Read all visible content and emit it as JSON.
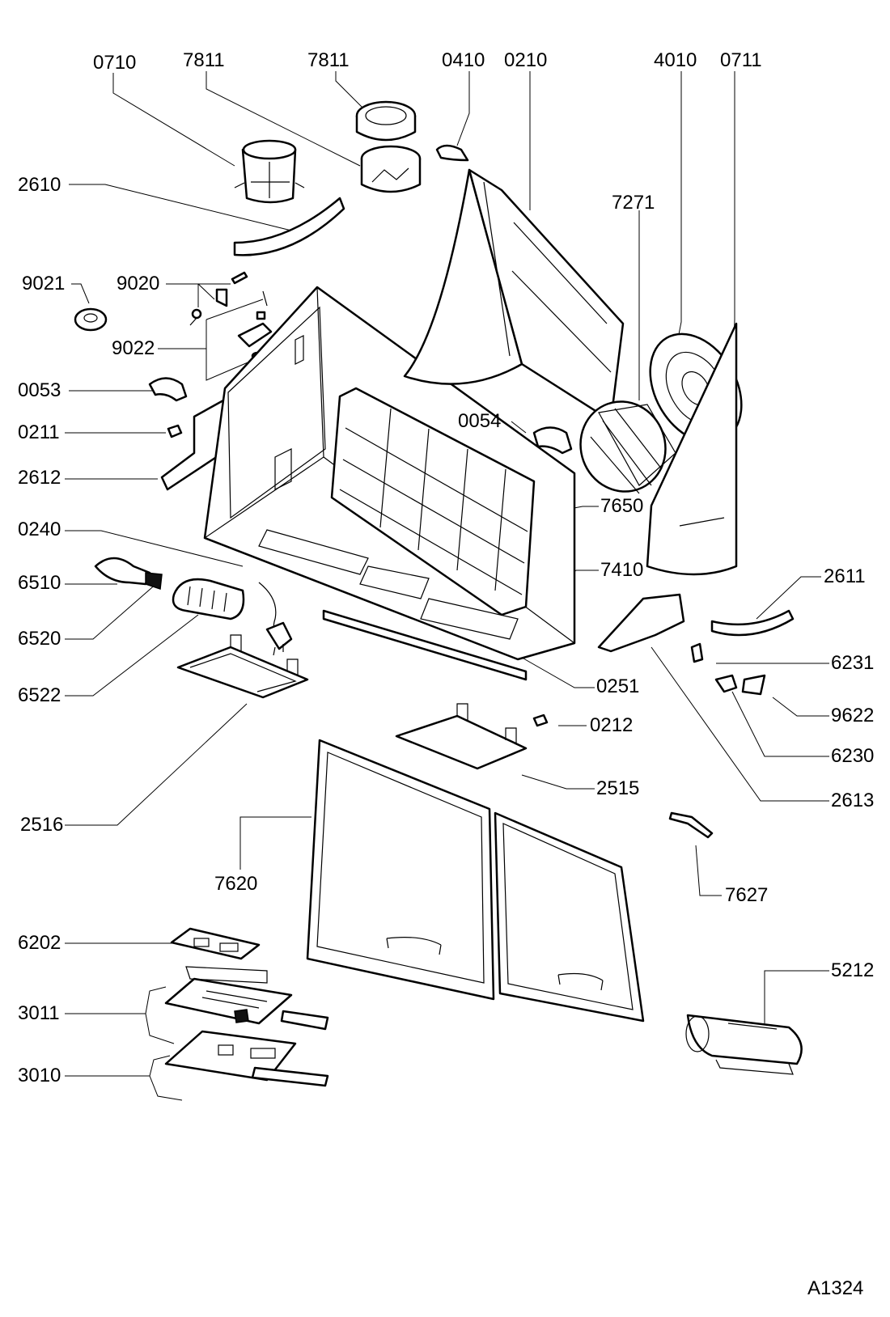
{
  "diagram_code": "A1324",
  "labels": [
    "0710",
    "7811",
    "7811",
    "0410",
    "0210",
    "4010",
    "0711",
    "2610",
    "7271",
    "9021",
    "9020",
    "9022",
    "0053",
    "0054",
    "0211",
    "2612",
    "7650",
    "0240",
    "7410",
    "6510",
    "2611",
    "6520",
    "6231",
    "0251",
    "6522",
    "9622",
    "0212",
    "6230",
    "2515",
    "2613",
    "2516",
    "7627",
    "7620",
    "6202",
    "5212",
    "3011",
    "3010"
  ]
}
